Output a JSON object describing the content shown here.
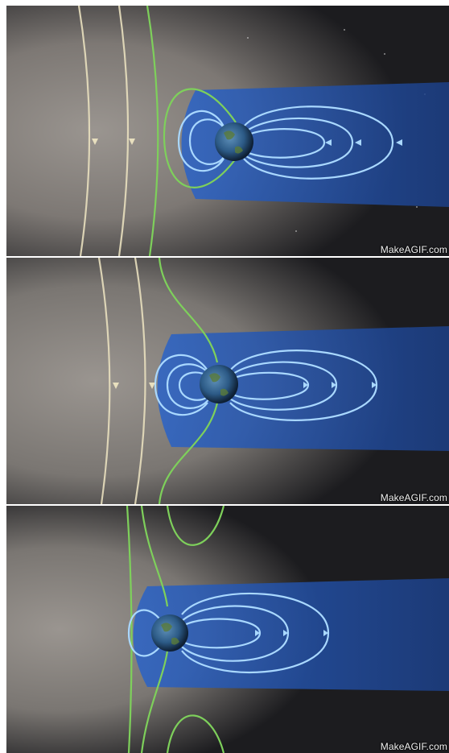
{
  "frames": [
    {
      "watermark": "MakeAGIF.com"
    },
    {
      "watermark": "MakeAGIF.com"
    },
    {
      "watermark": "MakeAGIF.com"
    }
  ],
  "colors": {
    "solar_wind_cloud": "#8f8a86",
    "space": "#141416",
    "magnetotail": "#1f55b8",
    "earth_field_lines": "#a9d8ff",
    "solar_field_lines": "#7ed05b",
    "solar_wind_lines": "#e8dfbe",
    "earth_ocean": "#2f6aa0",
    "earth_land": "#5a7a3a"
  },
  "icons": [
    "earth-globe",
    "magnetic-field-line",
    "solar-wind-field-line",
    "watermark-logo"
  ]
}
